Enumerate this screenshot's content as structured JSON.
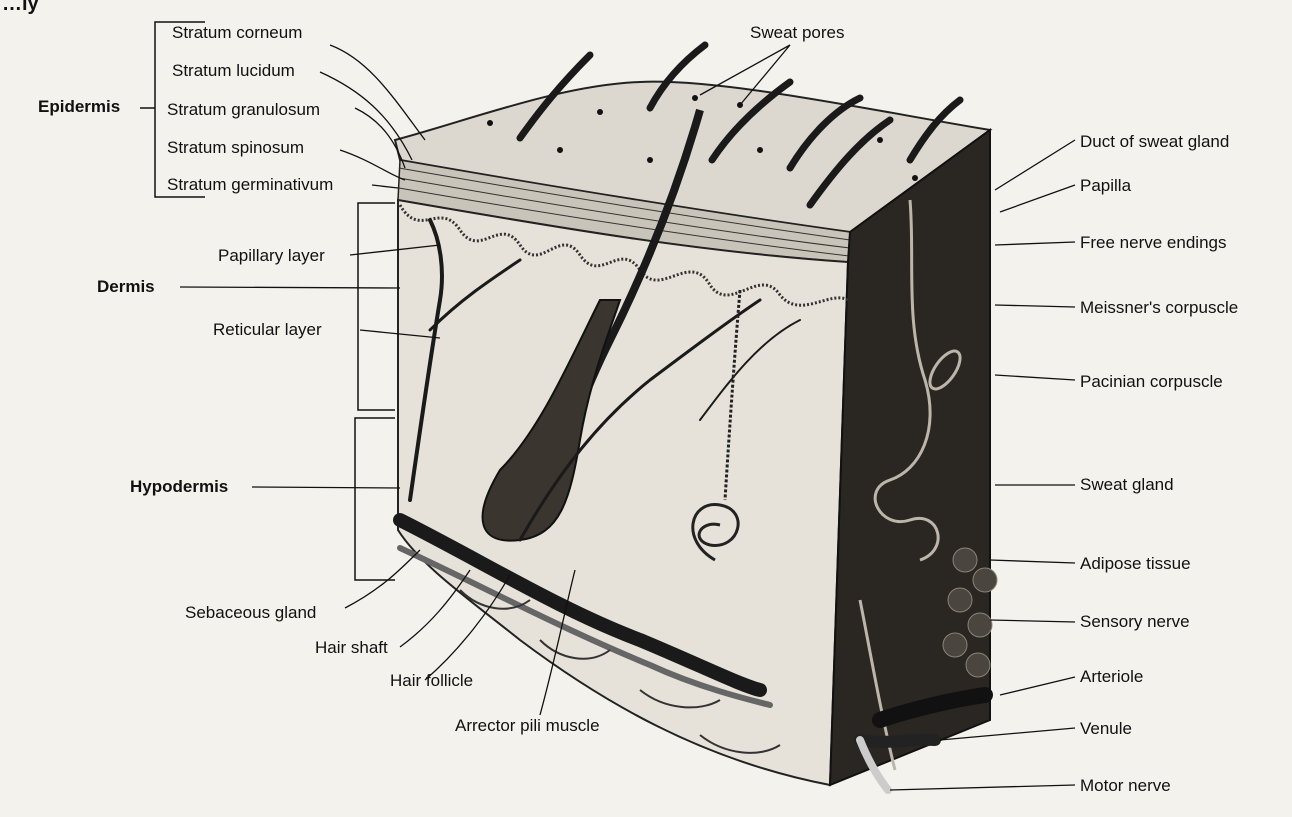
{
  "header_fragment": "…ly",
  "epidermis": {
    "title": "Epidermis",
    "layers": [
      "Stratum corneum",
      "Stratum lucidum",
      "Stratum granulosum",
      "Stratum spinosum",
      "Stratum germinativum"
    ]
  },
  "dermis": {
    "title": "Dermis",
    "layers": [
      "Papillary layer",
      "Reticular layer"
    ]
  },
  "hypodermis": {
    "title": "Hypodermis"
  },
  "top_labels": {
    "sweat_pores": "Sweat pores"
  },
  "bottom_labels": {
    "sebaceous_gland": "Sebaceous gland",
    "hair_shaft": "Hair shaft",
    "hair_follicle": "Hair follicle",
    "arrector_pili": "Arrector pili muscle"
  },
  "right_labels": {
    "duct_sweat_gland": "Duct of sweat gland",
    "papilla": "Papilla",
    "free_nerve_endings": "Free nerve endings",
    "meissner": "Meissner's corpuscle",
    "pacinian": "Pacinian corpuscle",
    "sweat_gland": "Sweat gland",
    "adipose": "Adipose tissue",
    "sensory_nerve": "Sensory nerve",
    "arteriole": "Arteriole",
    "venule": "Venule",
    "motor_nerve": "Motor nerve"
  }
}
